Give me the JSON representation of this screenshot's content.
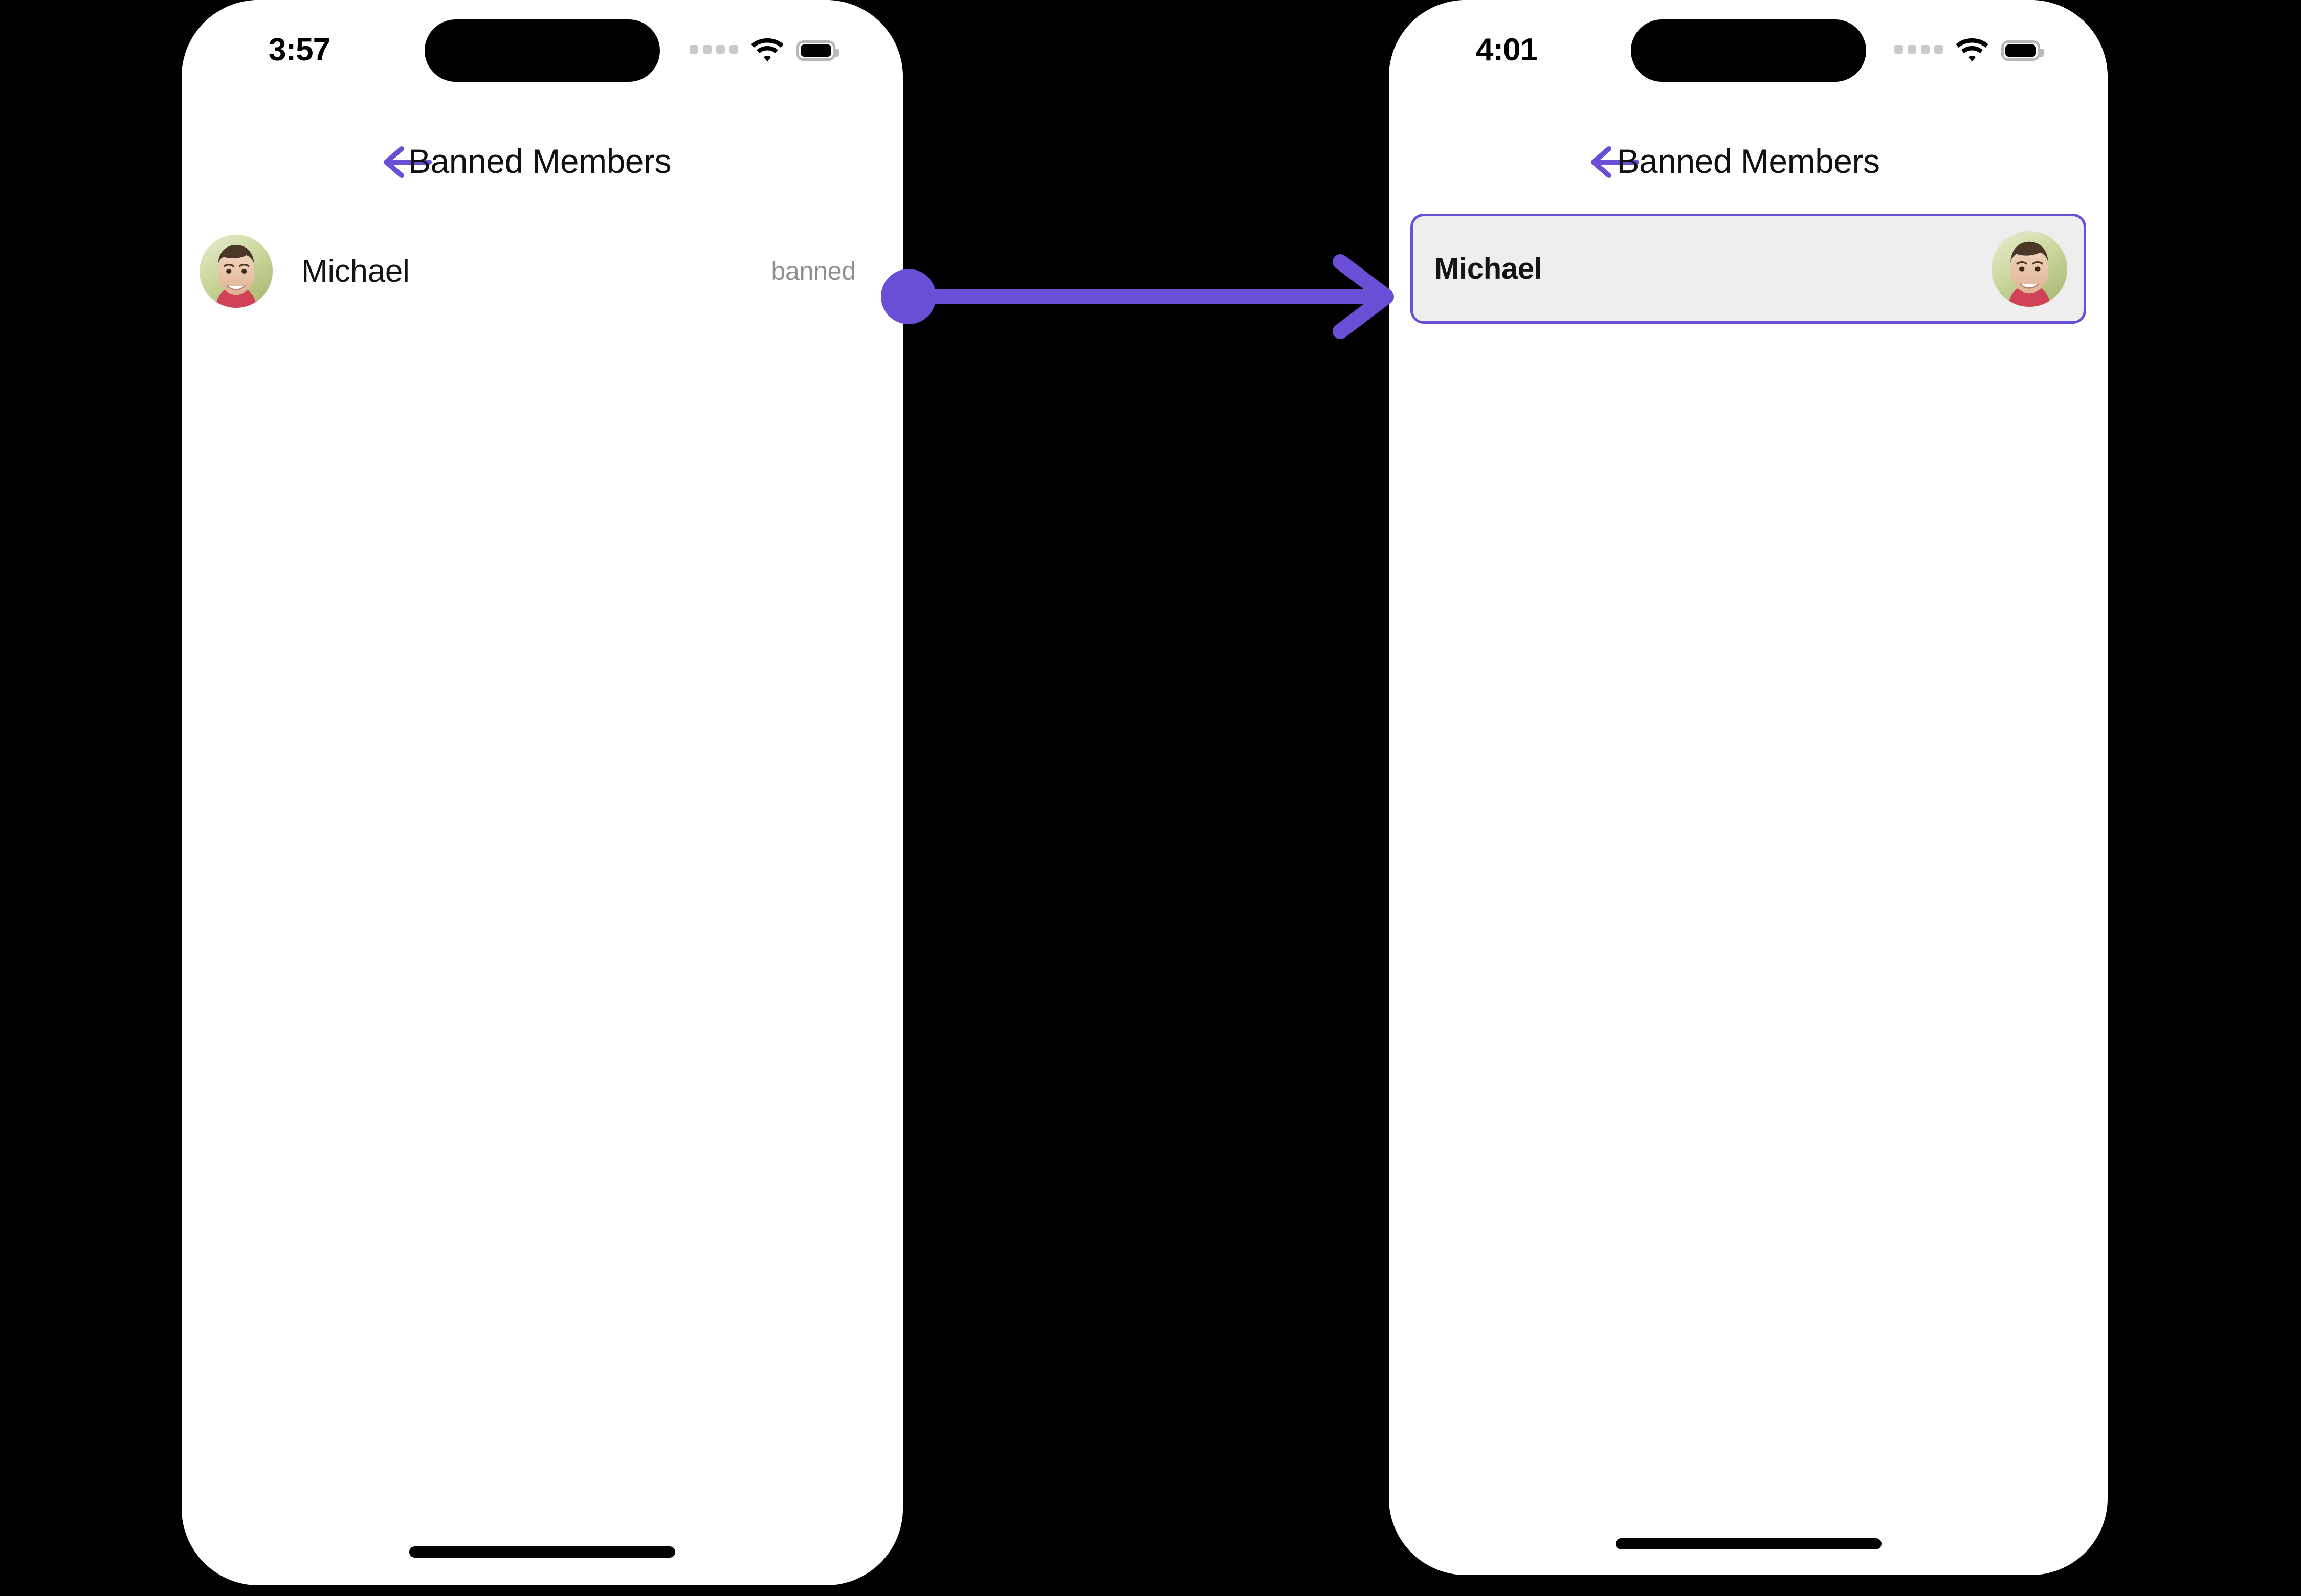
{
  "accent_color": "#6a4fd6",
  "background_color": "#000000",
  "screens": [
    {
      "id": "before",
      "status": {
        "time": "3:57",
        "signal_icon": "cellular-signal-icon",
        "wifi_icon": "wifi-icon",
        "battery_icon": "battery-full-icon"
      },
      "nav": {
        "back_icon": "back-arrow-icon",
        "title": "Banned Members"
      },
      "list": [
        {
          "avatar_icon": "user-avatar-michael",
          "name": "Michael",
          "status": "banned",
          "selected": false
        }
      ]
    },
    {
      "id": "after",
      "status": {
        "time": "4:01",
        "signal_icon": "cellular-signal-icon",
        "wifi_icon": "wifi-icon",
        "battery_icon": "battery-full-icon"
      },
      "nav": {
        "back_icon": "back-arrow-icon",
        "title": "Banned Members"
      },
      "list": [
        {
          "avatar_icon": "user-avatar-michael",
          "name": "Michael",
          "status": "",
          "selected": true
        }
      ]
    }
  ],
  "connector": {
    "type": "tap-transition-arrow",
    "color": "#6a4fd6",
    "from": "banned-status-label",
    "to": "selected-member-card"
  }
}
